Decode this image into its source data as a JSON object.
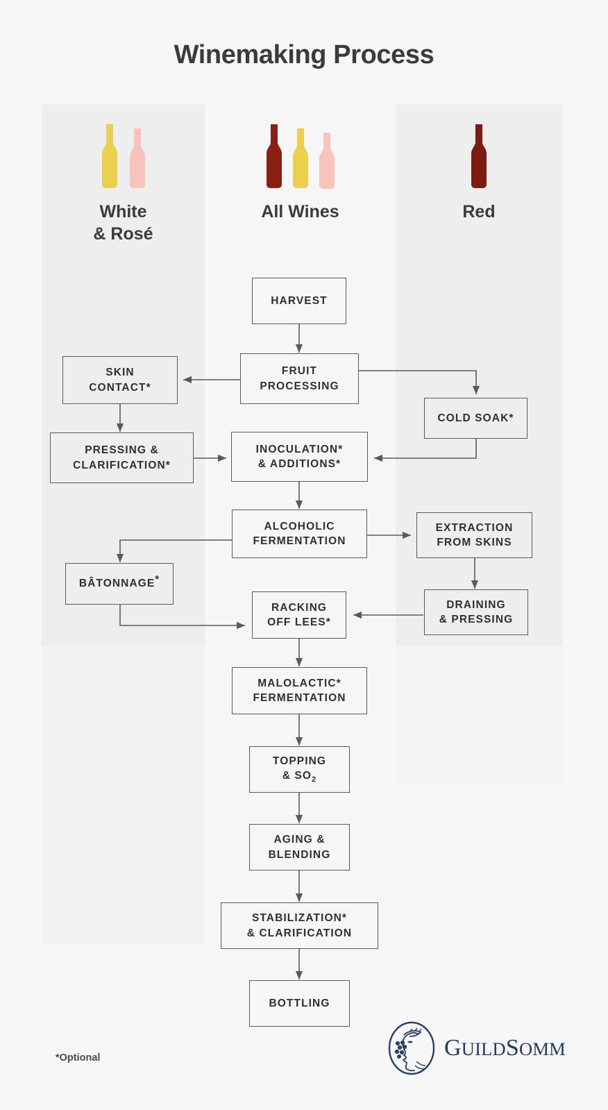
{
  "title": "Winemaking Process",
  "columns": [
    {
      "key": "white_rose",
      "label_line1": "White",
      "label_line2": "& Rosé",
      "bottles": [
        {
          "name": "white-wine-bottle-icon",
          "color": "#edcf4e"
        },
        {
          "name": "rose-wine-bottle-icon",
          "color": "#f7c3bb"
        }
      ]
    },
    {
      "key": "all_wines",
      "label_line1": "All Wines",
      "label_line2": "",
      "bottles": [
        {
          "name": "red-wine-bottle-icon",
          "color": "#8c1f14"
        },
        {
          "name": "white-wine-bottle-icon",
          "color": "#edcf4e"
        },
        {
          "name": "rose-wine-bottle-icon",
          "color": "#f7c3bb"
        }
      ]
    },
    {
      "key": "red",
      "label_line1": "Red",
      "label_line2": "",
      "bottles": [
        {
          "name": "red-wine-bottle-icon",
          "color": "#7d1c11"
        }
      ]
    }
  ],
  "nodes": {
    "harvest": {
      "line1": "HARVEST",
      "line2": ""
    },
    "fruit_processing": {
      "line1": "FRUIT",
      "line2": "PROCESSING"
    },
    "skin_contact": {
      "line1": "SKIN",
      "line2": "CONTACT*"
    },
    "cold_soak": {
      "line1": "COLD SOAK*",
      "line2": ""
    },
    "pressing": {
      "line1": "PRESSING &",
      "line2": "CLARIFICATION*"
    },
    "inoculation": {
      "line1": "INOCULATION*",
      "line2": "& ADDITIONS*"
    },
    "alcoholic_ferm": {
      "line1": "ALCOHOLIC",
      "line2": "FERMENTATION"
    },
    "extraction": {
      "line1": "EXTRACTION",
      "line2": "FROM SKINS"
    },
    "batonnage": {
      "line1": "BÂTONNAGE",
      "line2": "",
      "superscript": "*"
    },
    "draining": {
      "line1": "DRAINING",
      "line2": "& PRESSING"
    },
    "racking": {
      "line1": "RACKING",
      "line2": "OFF LEES*"
    },
    "malolactic": {
      "line1": "MALOLACTIC*",
      "line2": "FERMENTATION"
    },
    "topping": {
      "line1": "TOPPING",
      "line2": "& SO",
      "subscript": "2"
    },
    "aging": {
      "line1": "AGING &",
      "line2": "BLENDING"
    },
    "stabilization": {
      "line1": "STABILIZATION*",
      "line2": "& CLARIFICATION"
    },
    "bottling": {
      "line1": "BOTTLING",
      "line2": ""
    }
  },
  "footnote": "*Optional",
  "brand": {
    "name_part1": "G",
    "name_part2": "UILD",
    "name_part3": "S",
    "name_part4": "OMM",
    "color": "#1f3a63"
  },
  "colors": {
    "background": "#f7f7f7",
    "band_shaded": "#eeeeee",
    "band_center": "#f6f6f6",
    "node_border": "#5a5a5a",
    "text": "#2f2f2f",
    "title": "#3b3b3b",
    "white_wine": "#edcf4e",
    "rose_wine": "#f7c3bb",
    "red_wine": "#8c1f14"
  }
}
